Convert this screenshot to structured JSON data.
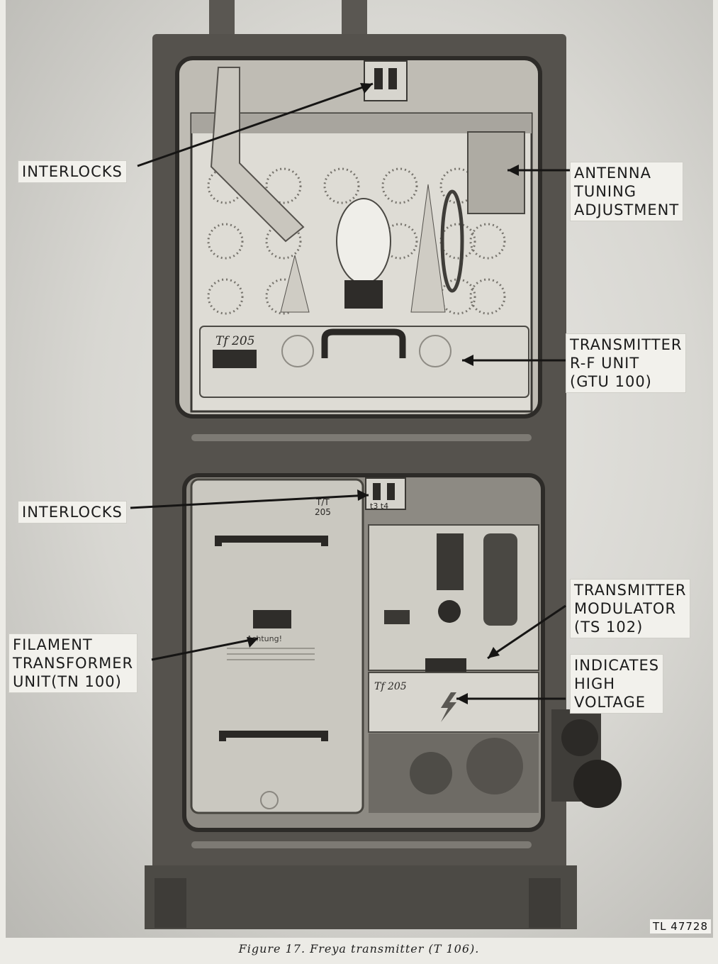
{
  "labels": {
    "interlocks_upper": "INTERLOCKS",
    "antenna_tuning": "ANTENNA\nTUNING\nADJUSTMENT",
    "transmitter_rf": "TRANSMITTER\nR-F UNIT\n(GTU 100)",
    "interlocks_lower": "INTERLOCKS",
    "transmitter_modulator": "TRANSMITTER\nMODULATOR\n(TS 102)",
    "filament_transformer": "FILAMENT\nTRANSFORMER\nUNIT(TN 100)",
    "high_voltage": "INDICATES\nHIGH\nVOLTAGE"
  },
  "plates": {
    "rf_unit": "Tf 205",
    "lower_interlock_type": "T/T\n205",
    "lower_interlock_terms": "t3 t4",
    "modulator": "Tf 205",
    "warning_title": "Achtung!"
  },
  "photo_code": "TL 47728",
  "caption": "Figure 17.  Freya transmitter (T 106).",
  "colors": {
    "cabinet": "#55524d",
    "panel": "#d4d2cb",
    "label_bg": "#f2f1ec"
  }
}
